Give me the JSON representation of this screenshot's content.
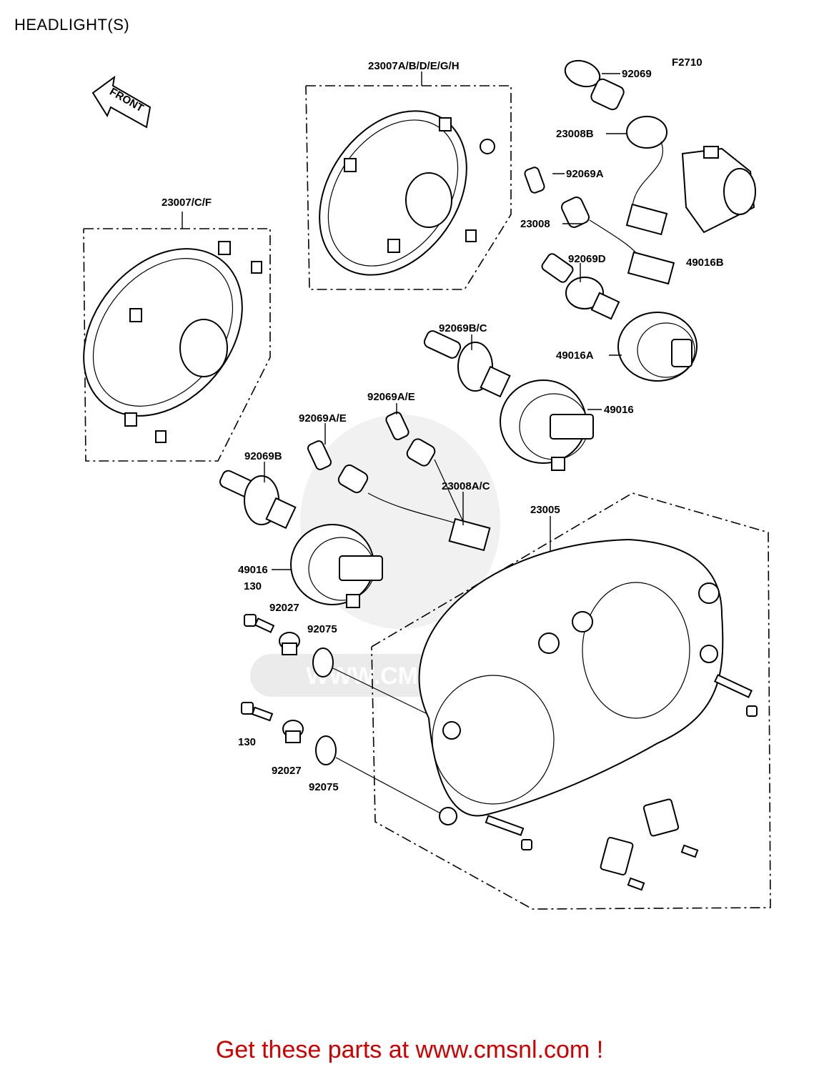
{
  "title": "HEADLIGHT(S)",
  "footer": "Get these parts at www.cmsnl.com !",
  "figure_code": "F2710",
  "front_label": "FRONT",
  "watermark": "WWW.CMSNL.COM",
  "labels": {
    "l23007abdegh": "23007A/B/D/E/G/H",
    "l92069_top": "92069",
    "l23008b": "23008B",
    "l92069a": "92069A",
    "l23008": "23008",
    "l49016b": "49016B",
    "l92069d": "92069D",
    "l23007cf": "23007/C/F",
    "l49016a": "49016A",
    "l92069bc": "92069B/C",
    "l92069ae_1": "92069A/E",
    "l92069ae_2": "92069A/E",
    "l49016_right": "49016",
    "l92069b": "92069B",
    "l23008ac": "23008A/C",
    "l23005": "23005",
    "l49016_left": "49016",
    "l130_top": "130",
    "l92027_top": "92027",
    "l92075_top": "92075",
    "l130_bottom": "130",
    "l92027_bottom": "92027",
    "l92075_bottom": "92075"
  },
  "colors": {
    "footer": "#d10000",
    "line": "#000000",
    "watermark": "#d7d7d7"
  }
}
